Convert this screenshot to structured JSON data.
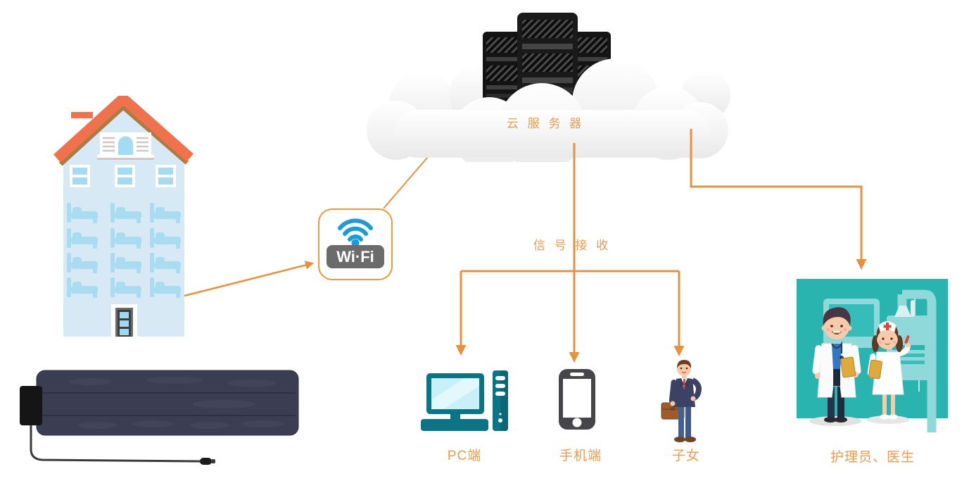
{
  "cloud": {
    "label": "云 服 务 器"
  },
  "signal": {
    "label": "信 号 接 收"
  },
  "wifi": {
    "label": "Wi·Fi"
  },
  "endpoints": {
    "pc": {
      "label": "PC端"
    },
    "phone": {
      "label": "手机端"
    },
    "child": {
      "label": "子女"
    },
    "staff": {
      "label": "护理员、医生"
    }
  },
  "colors": {
    "line_orange": "#E8913B",
    "label_orange": "#EE9C4F",
    "roof_orange": "#F0724C",
    "roof_trim_brown": "#A87C45",
    "building_blue": "#D8E9F6",
    "icon_blue": "#A9DBF1",
    "wifi_blue": "#1B9CD8",
    "wifi_badge_gray": "#6B6B6B",
    "pc_teal": "#0C7585",
    "phone_gray": "#46464A",
    "panel_teal": "#29B4B0",
    "panel_light_teal": "#8FD9DB",
    "mat_navy": "#3B3E52"
  }
}
